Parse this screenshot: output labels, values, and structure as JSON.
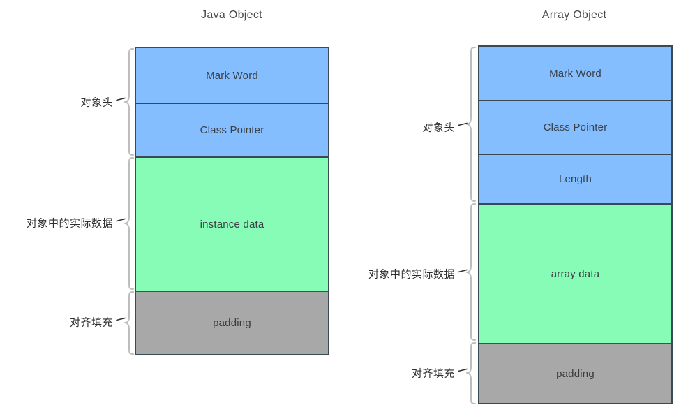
{
  "diagram": {
    "type": "memory-layout",
    "background_color": "#ffffff",
    "palette": {
      "header_blue": "#84beff",
      "data_green": "#86fcb6",
      "padding_gray": "#a8a8a8",
      "box_border": "#3a4a55",
      "brace_gray": "#bdbdbd",
      "text": "#3a3f45"
    },
    "panels": [
      {
        "id": "java-object",
        "title": "Java Object",
        "segments": [
          {
            "id": "mark-word",
            "label": "Mark Word",
            "color": "#84beff"
          },
          {
            "id": "class-pointer",
            "label": "Class Pointer",
            "color": "#84beff"
          },
          {
            "id": "instance-data",
            "label": "instance data",
            "color": "#86fcb6"
          },
          {
            "id": "padding",
            "label": "padding",
            "color": "#a8a8a8"
          }
        ],
        "braces": [
          {
            "id": "object-header",
            "label": "对象头",
            "covers": [
              "mark-word",
              "class-pointer"
            ]
          },
          {
            "id": "actual-data",
            "label": "对象中的实际数据",
            "covers": [
              "instance-data"
            ]
          },
          {
            "id": "align-padding",
            "label": "对齐填充",
            "covers": [
              "padding"
            ]
          }
        ]
      },
      {
        "id": "array-object",
        "title": "Array Object",
        "segments": [
          {
            "id": "mark-word",
            "label": "Mark Word",
            "color": "#84beff"
          },
          {
            "id": "class-pointer",
            "label": "Class Pointer",
            "color": "#84beff"
          },
          {
            "id": "length",
            "label": "Length",
            "color": "#84beff"
          },
          {
            "id": "array-data",
            "label": "array data",
            "color": "#86fcb6"
          },
          {
            "id": "padding",
            "label": "padding",
            "color": "#a8a8a8"
          }
        ],
        "braces": [
          {
            "id": "object-header",
            "label": "对象头",
            "covers": [
              "mark-word",
              "class-pointer",
              "length"
            ]
          },
          {
            "id": "actual-data",
            "label": "对象中的实际数据",
            "covers": [
              "array-data"
            ]
          },
          {
            "id": "align-padding",
            "label": "对齐填充",
            "covers": [
              "padding"
            ]
          }
        ]
      }
    ]
  }
}
